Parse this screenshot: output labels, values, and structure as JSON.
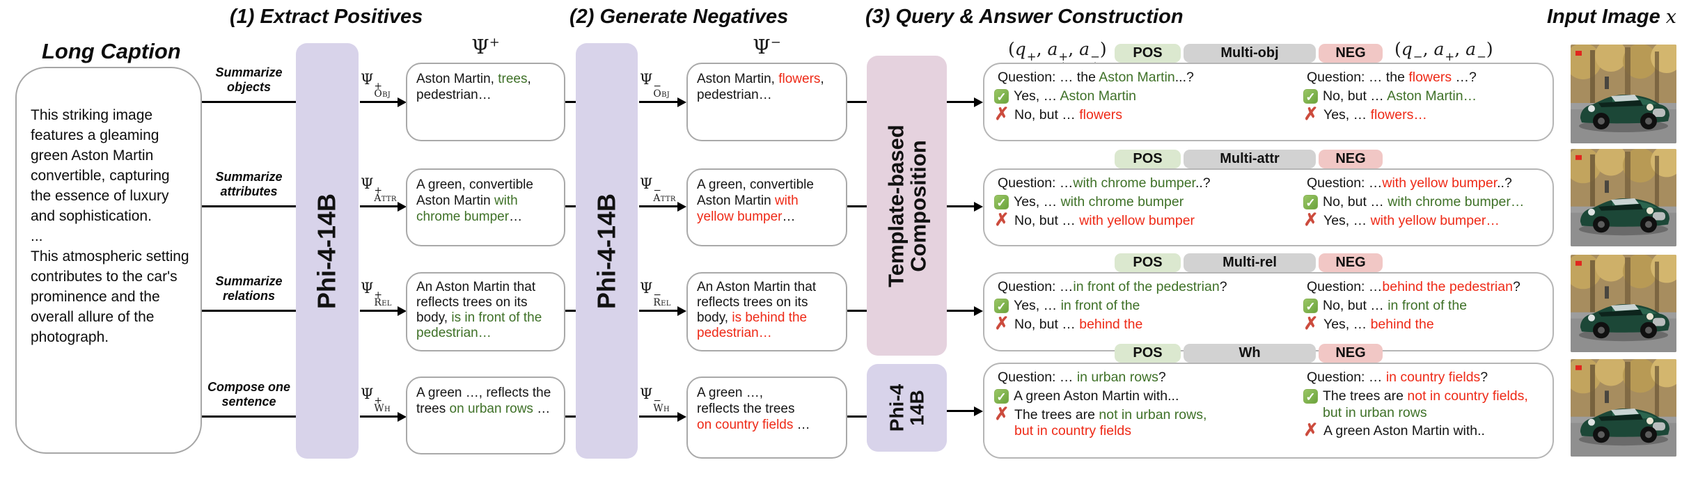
{
  "headings": {
    "step1": "(1) Extract Positives",
    "step2": "(2) Generate Negatives",
    "step3": "(3) Query & Answer Construction",
    "input_image_label": "Input Image",
    "input_image_var": "x"
  },
  "caption": {
    "title": "Long Caption",
    "body": "This striking image features a gleaming green Aston Martin convertible, capturing the essence of luxury and sophistication.\n...\nThis atmospheric setting contributes to the car's prominence and the overall allure of the photograph."
  },
  "models": {
    "extractor": "Phi-4-14B",
    "negator": "Phi-4-14B",
    "composer_line1": "Template-based",
    "composer_line2": "Composition",
    "wh_line1": "Phi-4",
    "wh_line2": "14B"
  },
  "math": {
    "psi": "Ψ",
    "plus": "+",
    "minus": "−",
    "q": "q",
    "a": "a",
    "open": "(",
    "comma": ", ",
    "close": ")"
  },
  "icons": {
    "check": "✓",
    "cross": "✗"
  },
  "rows": [
    {
      "task": [
        "Summarize",
        "objects"
      ],
      "sub": "Obj",
      "tags": {
        "pos": "POS",
        "type": "Multi-obj",
        "neg": "NEG"
      },
      "positive": [
        {
          "t": "Aston Martin, ",
          "c": "k"
        },
        {
          "t": "trees",
          "c": "g"
        },
        {
          "t": ",\npedestrian…",
          "c": "k"
        }
      ],
      "negative": [
        {
          "t": "Aston Martin, ",
          "c": "k"
        },
        {
          "t": "flowers",
          "c": "r"
        },
        {
          "t": ",\npedestrian…",
          "c": "k"
        }
      ],
      "qa_pos": {
        "q": [
          {
            "t": "Question: … the ",
            "c": "k"
          },
          {
            "t": "Aston Martin",
            "c": "g"
          },
          {
            "t": "...?",
            "c": "k"
          }
        ],
        "check": [
          {
            "t": "Yes, … ",
            "c": "k"
          },
          {
            "t": "Aston Martin",
            "c": "g"
          }
        ],
        "cross": [
          {
            "t": "No, but … ",
            "c": "k"
          },
          {
            "t": "flowers",
            "c": "r"
          }
        ]
      },
      "qa_neg": {
        "q": [
          {
            "t": "Question:  … the ",
            "c": "k"
          },
          {
            "t": "flowers",
            "c": "r"
          },
          {
            "t": " …?",
            "c": "k"
          }
        ],
        "check": [
          {
            "t": "No, but … ",
            "c": "k"
          },
          {
            "t": "Aston Martin…",
            "c": "g"
          }
        ],
        "cross": [
          {
            "t": "Yes, … ",
            "c": "k"
          },
          {
            "t": "flowers…",
            "c": "r"
          }
        ]
      }
    },
    {
      "task": [
        "Summarize",
        "attributes"
      ],
      "sub": "Attr",
      "tags": {
        "pos": "POS",
        "type": "Multi-attr",
        "neg": "NEG"
      },
      "positive": [
        {
          "t": "A green, convertible Aston Martin ",
          "c": "k"
        },
        {
          "t": "with chrome bumper",
          "c": "g"
        },
        {
          "t": "…",
          "c": "k"
        }
      ],
      "negative": [
        {
          "t": "A green, convertible Aston Martin ",
          "c": "k"
        },
        {
          "t": "with yellow bumper",
          "c": "r"
        },
        {
          "t": "…",
          "c": "k"
        }
      ],
      "qa_pos": {
        "q": [
          {
            "t": "Question: …",
            "c": "k"
          },
          {
            "t": "with chrome bumper",
            "c": "g"
          },
          {
            "t": "..?",
            "c": "k"
          }
        ],
        "check": [
          {
            "t": "Yes, … ",
            "c": "k"
          },
          {
            "t": "with chrome bumper",
            "c": "g"
          }
        ],
        "cross": [
          {
            "t": "No, but … ",
            "c": "k"
          },
          {
            "t": "with yellow bumper",
            "c": "r"
          }
        ]
      },
      "qa_neg": {
        "q": [
          {
            "t": "Question:  …",
            "c": "k"
          },
          {
            "t": "with yellow bumper",
            "c": "r"
          },
          {
            "t": "..?",
            "c": "k"
          }
        ],
        "check": [
          {
            "t": "No, but … ",
            "c": "k"
          },
          {
            "t": "with chrome bumper…",
            "c": "g"
          }
        ],
        "cross": [
          {
            "t": "Yes, … ",
            "c": "k"
          },
          {
            "t": "with yellow bumper…",
            "c": "r"
          }
        ]
      }
    },
    {
      "task": [
        "Summarize",
        "relations"
      ],
      "sub": "Rel",
      "tags": {
        "pos": "POS",
        "type": "Multi-rel",
        "neg": "NEG"
      },
      "positive": [
        {
          "t": "An Aston Martin that reflects trees on its body, ",
          "c": "k"
        },
        {
          "t": "is in front of the pedestrian…",
          "c": "g"
        }
      ],
      "negative": [
        {
          "t": "An Aston Martin that reflects trees on its body, ",
          "c": "k"
        },
        {
          "t": "is behind the pedestrian…",
          "c": "r"
        }
      ],
      "qa_pos": {
        "q": [
          {
            "t": "Question: …",
            "c": "k"
          },
          {
            "t": "in front of the pedestrian",
            "c": "g"
          },
          {
            "t": "?",
            "c": "k"
          }
        ],
        "check": [
          {
            "t": "Yes, … ",
            "c": "k"
          },
          {
            "t": "in front of the",
            "c": "g"
          }
        ],
        "cross": [
          {
            "t": "No, but … ",
            "c": "k"
          },
          {
            "t": "behind the",
            "c": "r"
          }
        ]
      },
      "qa_neg": {
        "q": [
          {
            "t": "Question: …",
            "c": "k"
          },
          {
            "t": "behind the pedestrian",
            "c": "r"
          },
          {
            "t": "?",
            "c": "k"
          }
        ],
        "check": [
          {
            "t": "No, but … ",
            "c": "k"
          },
          {
            "t": "in front of the",
            "c": "g"
          }
        ],
        "cross": [
          {
            "t": "Yes, … ",
            "c": "k"
          },
          {
            "t": "behind the",
            "c": "r"
          }
        ]
      }
    },
    {
      "task": [
        "Compose one",
        "sentence"
      ],
      "sub": "Wh",
      "tags": {
        "pos": "POS",
        "type": "Wh",
        "neg": "NEG"
      },
      "positive": [
        {
          "t": "A green …, reflects the trees ",
          "c": "k"
        },
        {
          "t": "on urban rows",
          "c": "g"
        },
        {
          "t": " …",
          "c": "k"
        }
      ],
      "negative": [
        {
          "t": "A green …,\nreflects the trees\n",
          "c": "k"
        },
        {
          "t": "on country fields",
          "c": "r"
        },
        {
          "t": " …",
          "c": "k"
        }
      ],
      "qa_pos": {
        "q": [
          {
            "t": "Question: … ",
            "c": "k"
          },
          {
            "t": "in urban rows",
            "c": "g"
          },
          {
            "t": "?",
            "c": "k"
          }
        ],
        "check": [
          {
            "t": "A green Aston Martin with...",
            "c": "k"
          }
        ],
        "cross": [
          {
            "t": "The trees are ",
            "c": "k"
          },
          {
            "t": "not in urban rows,",
            "c": "g"
          },
          {
            "t": "\n",
            "c": "k"
          },
          {
            "t": "but in country fields",
            "c": "r"
          }
        ]
      },
      "qa_neg": {
        "q": [
          {
            "t": "Question: … ",
            "c": "k"
          },
          {
            "t": "in country fields",
            "c": "r"
          },
          {
            "t": "?",
            "c": "k"
          }
        ],
        "check": [
          {
            "t": "The trees are ",
            "c": "k"
          },
          {
            "t": "not in country fields,",
            "c": "r"
          },
          {
            "t": "\n ",
            "c": "k"
          },
          {
            "t": "but in urban rows",
            "c": "g"
          }
        ],
        "cross": [
          {
            "t": "A green Aston Martin with..",
            "c": "k"
          }
        ]
      }
    }
  ]
}
